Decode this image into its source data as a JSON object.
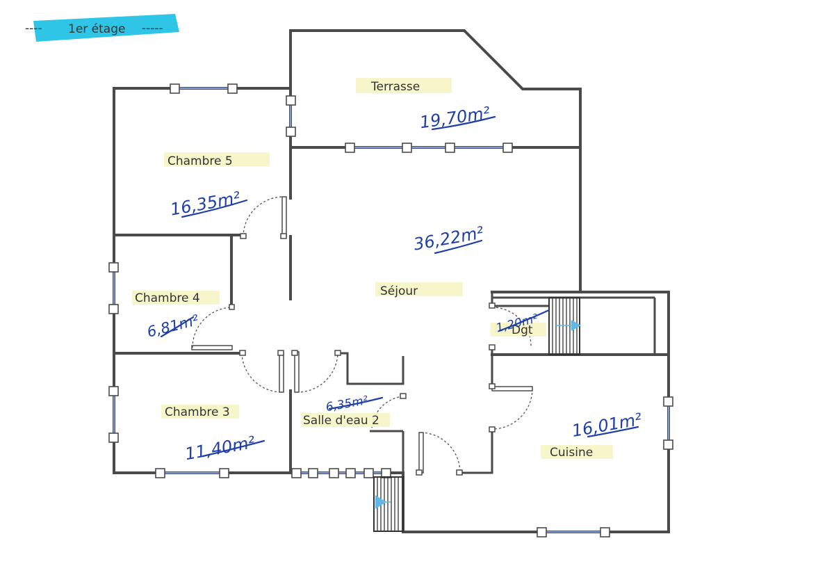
{
  "floor": {
    "label": "1er étage",
    "highlight_color": "#2ec5e6"
  },
  "rooms": {
    "terrasse": {
      "name": "Terrasse",
      "area": "19,70m²"
    },
    "chambre5": {
      "name": "Chambre 5",
      "area": "16,35m²"
    },
    "sejour": {
      "name": "Séjour",
      "area": "36,22m²"
    },
    "chambre4": {
      "name": "Chambre 4",
      "area": "6,81m²"
    },
    "dgt": {
      "name": "Dgt",
      "area": "1,20m²"
    },
    "chambre3": {
      "name": "Chambre 3",
      "area": "11,40m²"
    },
    "salle_eau": {
      "name": "Salle d'eau 2",
      "area": "6,35m²"
    },
    "cuisine": {
      "name": "Cuisine",
      "area": "16,01m²"
    }
  },
  "colors": {
    "wall": "#4a4a4a",
    "window_glass": "#7d9bd8",
    "handwriting": "#1f3fa6",
    "label_highlight": "#f6f5c5",
    "stair_arrow": "#63b7e6"
  }
}
